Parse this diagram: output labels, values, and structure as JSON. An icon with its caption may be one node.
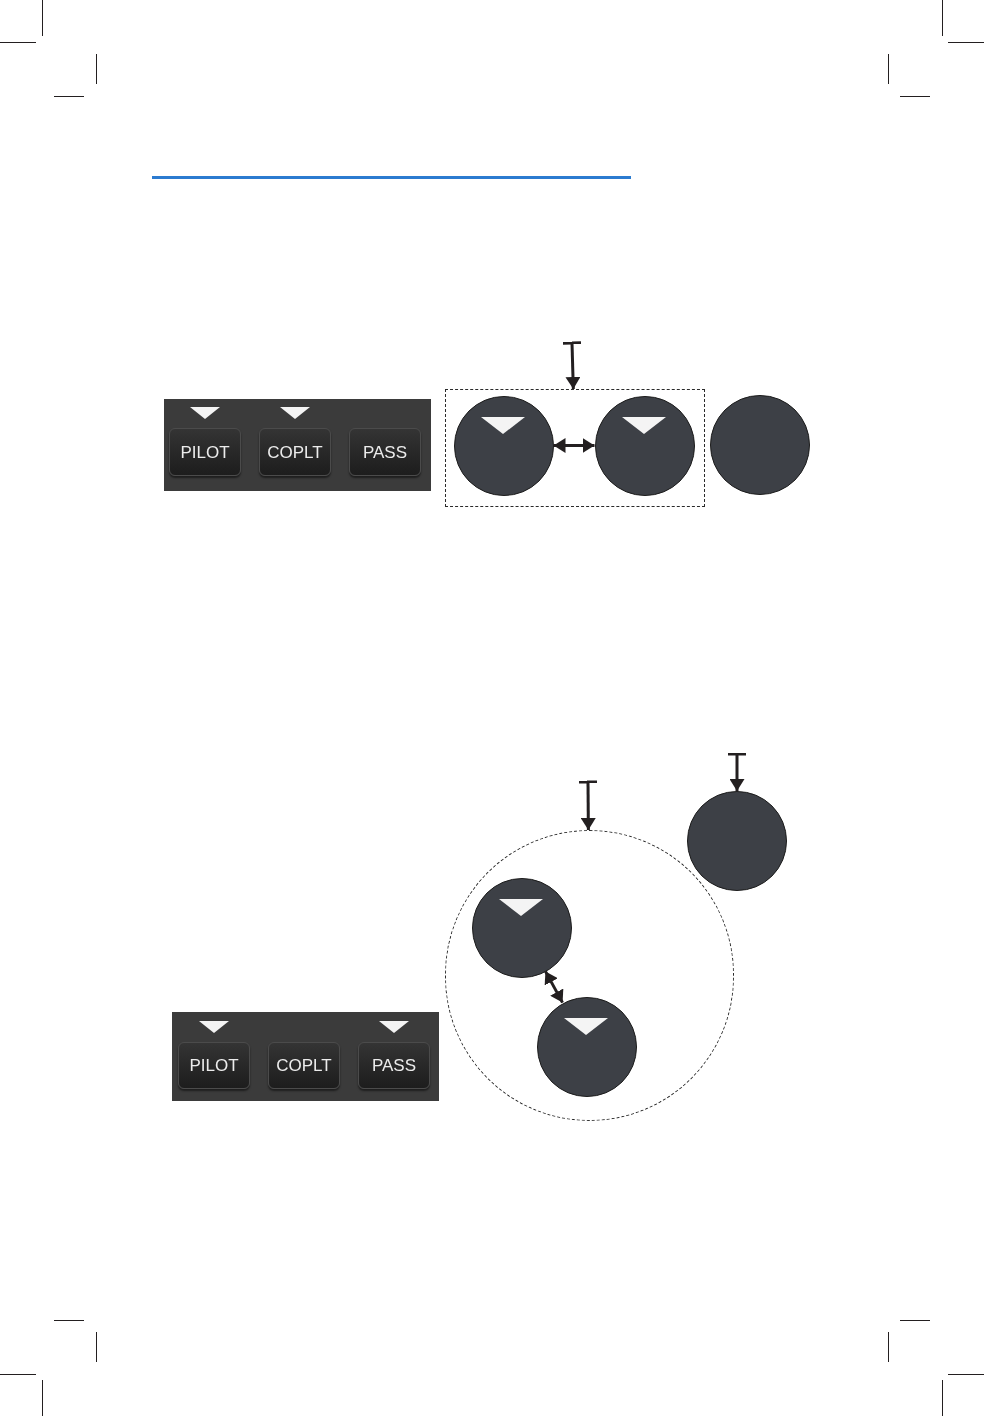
{
  "diagram": {
    "nodes": [
      {
        "text": [],
        "shape": "box"
      },
      {
        "text": [
          "PILOT"
        ],
        "in": 0
      },
      {
        "text": [
          "COPLT"
        ],
        "in": 0
      },
      {
        "text": [
          "PASS"
        ],
        "in": 0
      },
      {
        "text": [],
        "shape": "box"
      },
      {
        "text": [],
        "shape": "circle",
        "in": 4
      },
      {
        "text": [],
        "shape": "circle",
        "in": 4
      },
      {
        "text": [],
        "shape": "circle"
      },
      {
        "text": [],
        "shape": "box"
      },
      {
        "text": [
          "PILOT"
        ],
        "in": 8
      },
      {
        "text": [
          "COPLT"
        ],
        "in": 8
      },
      {
        "text": [
          "PASS"
        ],
        "in": 8
      },
      {
        "text": [],
        "shape": "circle"
      },
      {
        "text": [],
        "shape": "circle",
        "in": 12
      },
      {
        "text": [],
        "shape": "circle",
        "in": 12
      },
      {
        "text": [],
        "shape": "circle"
      }
    ],
    "edges": [
      {
        "from": null,
        "to": 4,
        "arrow": "to"
      },
      {
        "from": 5,
        "to": 6,
        "arrow": "both"
      },
      {
        "from": null,
        "to": 12,
        "arrow": "to"
      },
      {
        "from": 13,
        "to": 14,
        "arrow": "both"
      },
      {
        "from": null,
        "to": 15,
        "arrow": "to"
      }
    ]
  }
}
